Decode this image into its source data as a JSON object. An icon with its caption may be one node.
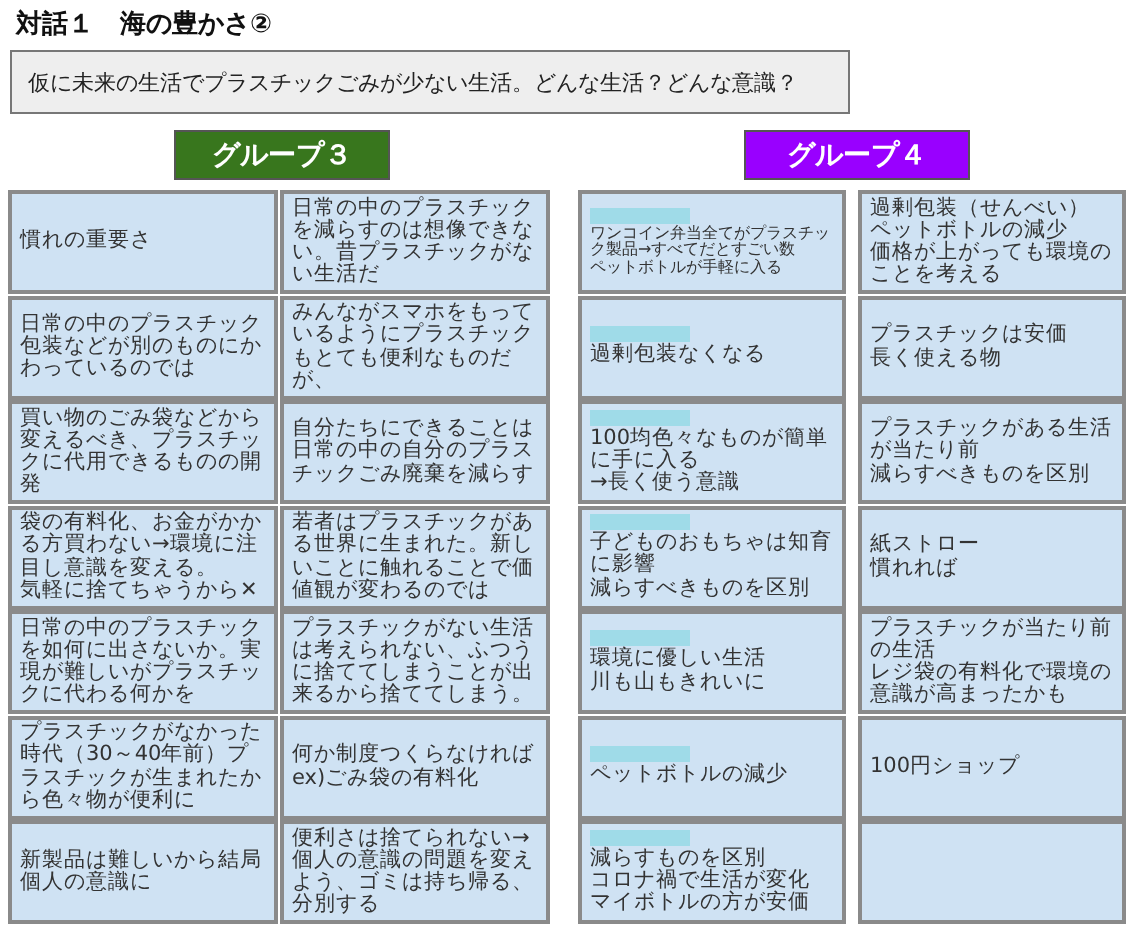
{
  "diagram": {
    "title": "対話１　海の豊かさ②",
    "nodes": [
      {
        "text": [
          "仮に未来の生活でプラスチックごみが少ない生活。どんな生活？どんな意識？"
        ]
      },
      {
        "text": [
          "グループ３"
        ]
      },
      {
        "text": [
          "グループ４"
        ]
      },
      {
        "text": [
          "慣れの重要さ"
        ]
      },
      {
        "text": [
          "日常の中のプラスチックを減らすのは想像できない。昔プラスチックがない生活だ"
        ]
      },
      {
        "text": [
          "日常の中のプラスチック包装などが別のものにかわっているのでは"
        ]
      },
      {
        "text": [
          "みんながスマホをもっているようにプラスチックもとても便利なものだが、"
        ]
      },
      {
        "text": [
          "買い物のごみ袋などから変えるべき、プラスチックに代用できるものの開発"
        ]
      },
      {
        "text": [
          "自分たちにできることは日常の中の自分のプラスチックごみ廃棄を減らす"
        ]
      },
      {
        "text": [
          "袋の有料化、お金がかかる方買わない→環境に注目し意識を変える。",
          "気軽に捨てちゃうから✕"
        ]
      },
      {
        "text": [
          "若者はプラスチックがある世界に生まれた。新しいことに触れることで価値観が変わるのでは"
        ]
      },
      {
        "text": [
          "日常の中のプラスチックを如何に出さないか。実現が難しいがプラスチックに代わる何かを"
        ]
      },
      {
        "text": [
          "プラスチックがない生活は考えられない、ふつうに捨ててしまうことが出来るから捨ててしまう。"
        ]
      },
      {
        "text": [
          "プラスチックがなかった時代（30～40年前）プラスチックが生まれたから色々物が便利に"
        ]
      },
      {
        "text": [
          "何か制度つくらなければ",
          "ex)ごみ袋の有料化"
        ]
      },
      {
        "text": [
          "新製品は難しいから結局個人の意識に"
        ]
      },
      {
        "text": [
          "便利さは捨てられない→個人の意識の問題を変えよう、ゴミは持ち帰る、分別する"
        ]
      },
      {
        "text": [
          "ワンコイン弁当全てがプラスチック製品→すべてだとすごい数",
          "ペットボトルが手軽に入る"
        ]
      },
      {
        "text": [
          "過剰包装（せんべい）",
          "ペットボトルの減少",
          "価格が上がっても環境のことを考える"
        ]
      },
      {
        "text": [
          "過剰包装なくなる"
        ]
      },
      {
        "text": [
          "プラスチックは安価",
          "長く使える物"
        ]
      },
      {
        "text": [
          "100均色々なものが簡単に手に入る",
          "→長く使う意識"
        ]
      },
      {
        "text": [
          "プラスチックがある生活が当たり前",
          "減らすべきものを区別"
        ]
      },
      {
        "text": [
          "子どものおもちゃは知育に影響",
          "減らすべきものを区別"
        ]
      },
      {
        "text": [
          "紙ストロー",
          "慣れれば"
        ]
      },
      {
        "text": [
          "環境に優しい生活",
          "川も山もきれいに"
        ]
      },
      {
        "text": [
          "プラスチックが当たり前の生活",
          "レジ袋の有料化で環境の意識が高まったかも"
        ]
      },
      {
        "text": [
          "ペットボトルの減少"
        ]
      },
      {
        "text": [
          "100円ショップ"
        ]
      },
      {
        "text": [
          "減らすものを区別",
          "コロナ禍で生活が変化",
          "マイボトルの方が安価"
        ]
      },
      {
        "text": [],
        "shape": "box"
      }
    ]
  }
}
